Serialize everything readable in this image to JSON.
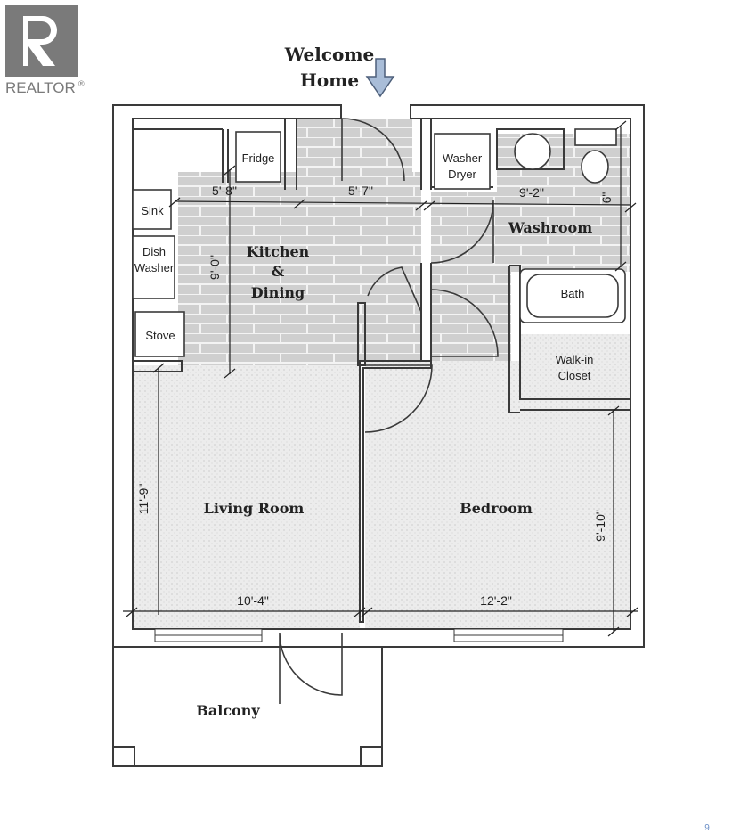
{
  "logo": {
    "brand_text": "REALTOR",
    "registered_mark": "®",
    "colors": {
      "logo_gray": "#7a7a7a"
    }
  },
  "entry": {
    "line1": "Welcome",
    "line2": "Home",
    "arrow_icon": "down-arrow-icon"
  },
  "rooms": {
    "kitchen_line1": "Kitchen",
    "kitchen_line2": "&",
    "kitchen_line3": "Dining",
    "washroom": "Washroom",
    "living_room": "Living Room",
    "bedroom": "Bedroom",
    "balcony": "Balcony"
  },
  "fixtures": {
    "fridge": "Fridge",
    "sink": "Sink",
    "dishwasher_line1": "Dish",
    "dishwasher_line2": "Washer",
    "stove": "Stove",
    "washer_line1": "Washer",
    "washer_line2": "Dryer",
    "bath": "Bath",
    "closet_line1": "Walk-in",
    "closet_line2": "Closet"
  },
  "dimensions": {
    "kitchen_width": "5'-8\"",
    "hall_width": "5'-7\"",
    "washroom_width": "9'-2\"",
    "washroom_depth": "6\"",
    "kitchen_depth": "9'-0\"",
    "living_depth": "11'-9\"",
    "living_width": "10'-4\"",
    "bedroom_width": "12'-2\"",
    "bedroom_depth": "9'-10\""
  },
  "footer": {
    "corner_mark": "9"
  },
  "colors": {
    "wall": "#3a3a3a",
    "tile": "#cfcfcf",
    "tile_line": "#ffffff",
    "carpet": "#e9e9e9",
    "text": "#222222",
    "arrow": "#a9bdd8",
    "arrow_stroke": "#4d5f7a"
  }
}
